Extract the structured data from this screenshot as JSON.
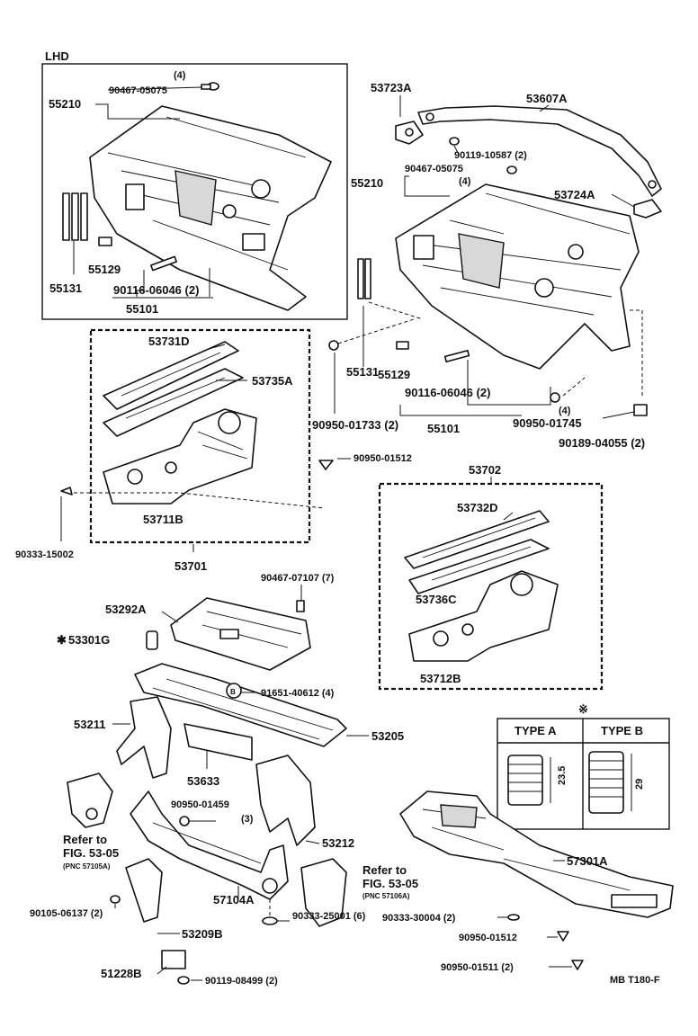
{
  "region": "LHD",
  "labels": {
    "p55210a": "55210",
    "p90467_05075a": "90467-05075",
    "q4a": "(4)",
    "p55129a": "55129",
    "p55131a": "55131",
    "p90116a": "90116-06046 (2)",
    "p55101a": "55101",
    "p53723A": "53723A",
    "p53607A": "53607A",
    "p90119_10587": "90119-10587 (2)",
    "p90467_05075b": "90467-05075",
    "q4b": "(4)",
    "p55210b": "55210",
    "p53724A": "53724A",
    "p53731D": "53731D",
    "p53735A": "53735A",
    "p53711B": "53711B",
    "p90950_01512a": "90950-01512",
    "p90333_15002": "90333-15002",
    "p53701": "53701",
    "p55129b": "55129",
    "p55131b": "55131",
    "p90116b": "90116-06046 (2)",
    "p55101b": "55101",
    "p90950_01733": "90950-01733 (2)",
    "q4c": "(4)",
    "p90950_01745": "90950-01745",
    "p90189_04055": "90189-04055 (2)",
    "p53702": "53702",
    "p53732D": "53732D",
    "p53736C": "53736C",
    "p53712B": "53712B",
    "p90467_07107": "90467-07107 (7)",
    "p53292A": "53292A",
    "p53301G": "53301G",
    "star": "✱",
    "b_mark": "B",
    "p91651_40612": "91651-40612 (4)",
    "p53211": "53211",
    "p53205": "53205",
    "p53633": "53633",
    "p90950_01459": "90950-01459",
    "q3": "(3)",
    "p53212": "53212",
    "ref1": "Refer to",
    "fig1": "FIG. 53-05",
    "pnc1": "(PNC 57105A)",
    "p57104A": "57104A",
    "ref2": "Refer to",
    "fig2": "FIG. 53-05",
    "pnc2": "(PNC 57106A)",
    "p90105_06137": "90105-06137 (2)",
    "p53209B": "53209B",
    "p90333_25001": "90333-25001 (6)",
    "p51228B": "51228B",
    "p90119_08499": "90119-08499 (2)",
    "p57301A": "57301A",
    "p90333_30004": "90333-30004 (2)",
    "p90950_01512b": "90950-01512",
    "p90950_01511": "90950-01511 (2)",
    "figcode": "MB T180-F"
  },
  "types": {
    "mark": "※",
    "type_a": "TYPE A",
    "type_b": "TYPE B",
    "dim_a": "23.5",
    "dim_b": "29"
  }
}
